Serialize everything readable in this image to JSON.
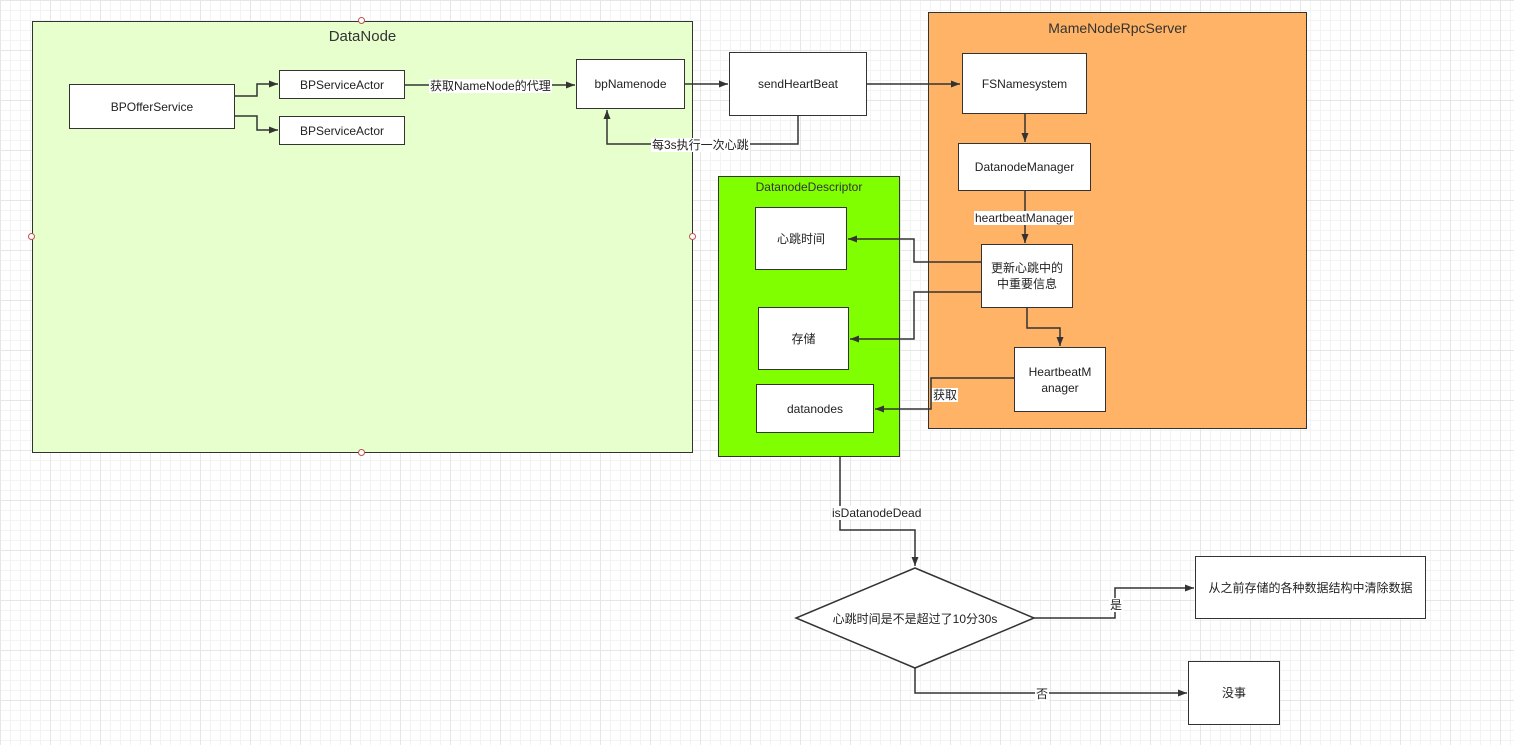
{
  "groups": {
    "datanode": {
      "title": "DataNode",
      "fill": "#e6ffcc"
    },
    "namenode_rpc": {
      "title": "MameNodeRpcServer",
      "fill": "#ffb366"
    },
    "descriptor": {
      "title": "DatanodeDescriptor",
      "fill": "#80ff00"
    }
  },
  "nodes": {
    "bpofferservice": "BPOfferService",
    "bpserviceactor_1": "BPServiceActor",
    "bpserviceactor_2": "BPServiceActor",
    "bpnamenode": "bpNamenode",
    "sendheartbeat": "sendHeartBeat",
    "fsnamesystem": "FSNamesystem",
    "datanodemanager": "DatanodeManager",
    "update_info_line1": "更新心跳中的",
    "update_info_line2": "中重要信息",
    "heartbeatmanager_line1": "HeartbeatM",
    "heartbeatmanager_line2": "anager",
    "heartbeat_time": "心跳时间",
    "storage": "存储",
    "datanodes": "datanodes",
    "decision": "心跳时间是不是超过了10分30s",
    "clear_data": "从之前存储的各种数据结构中清除数据",
    "nothing": "没事"
  },
  "edge_labels": {
    "get_proxy": "获取NameNode的代理",
    "every_3s": "每3s执行一次心跳",
    "heartbeat_manager": "heartbeatManager",
    "fetch": "获取",
    "is_datanode_dead": "isDatanodeDead",
    "yes": "是",
    "no": "否"
  },
  "colors": {
    "line": "#333333",
    "handle": "#c0504d"
  }
}
